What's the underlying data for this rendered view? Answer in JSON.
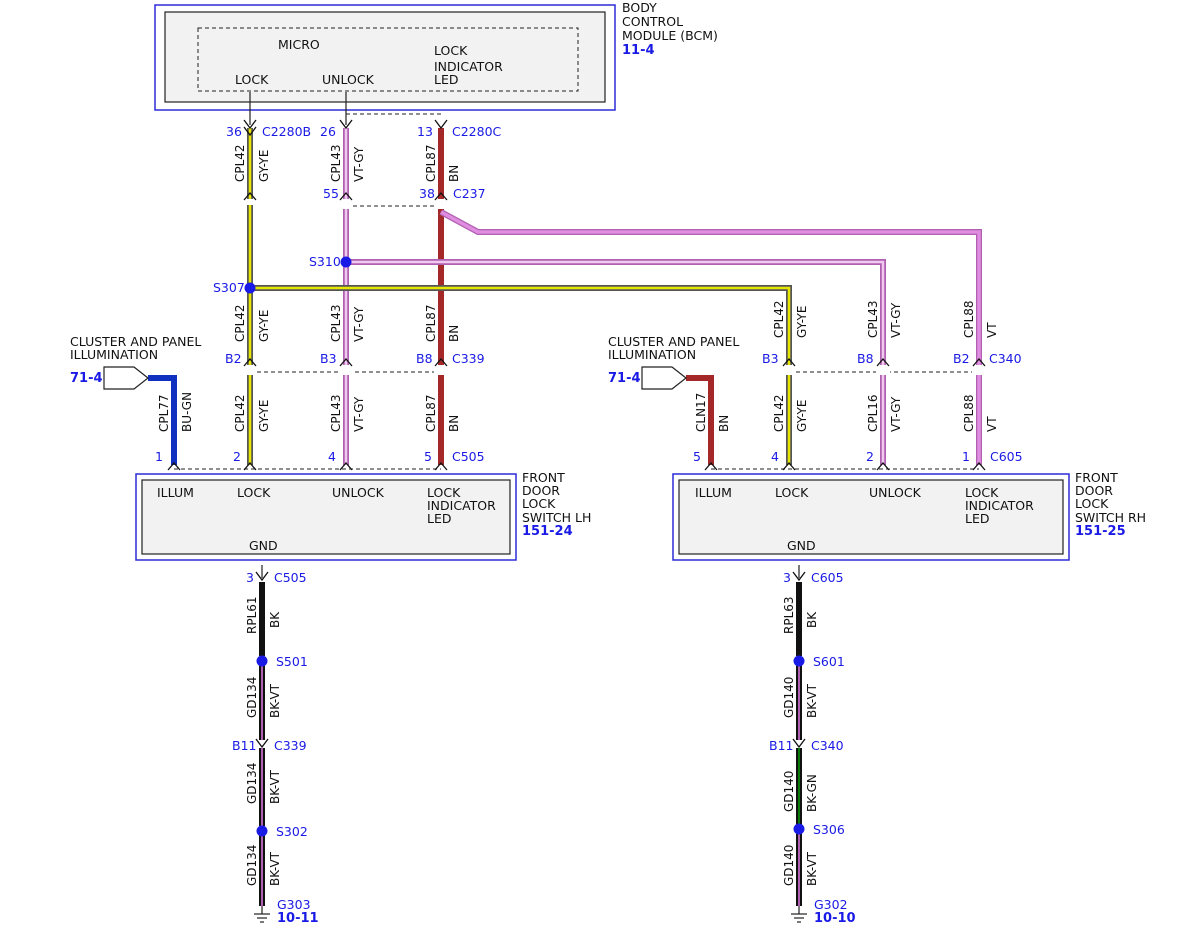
{
  "bcm": {
    "name_l1": "BODY",
    "name_l2": "CONTROL",
    "name_l3": "MODULE (BCM)",
    "ref": "11-4",
    "micro": "MICRO",
    "lock": "LOCK",
    "unlock": "UNLOCK",
    "led_l1": "LOCK",
    "led_l2": "INDICATOR",
    "led_l3": "LED"
  },
  "connectors": {
    "c2280b": "C2280B",
    "c2280c": "C2280C",
    "c237": "C237",
    "c339": "C339",
    "c505": "C505",
    "c340": "C340",
    "c605": "C605"
  },
  "pins": {
    "p36": "36",
    "p26": "26",
    "p13": "13",
    "p55": "55",
    "p38": "38",
    "b2": "B2",
    "b3": "B3",
    "b8": "B8",
    "p1": "1",
    "p2": "2",
    "p4": "4",
    "p5": "5",
    "p3": "3",
    "b11": "B11"
  },
  "splices": {
    "s307": "S307",
    "s310": "S310",
    "s501": "S501",
    "s302": "S302",
    "s601": "S601",
    "s306": "S306"
  },
  "grounds": {
    "g303": "G303",
    "g303_ref": "10-11",
    "g302": "G302",
    "g302_ref": "10-10"
  },
  "circuits": {
    "cpl42": "CPL42",
    "cpl43": "CPL43",
    "cpl87": "CPL87",
    "cpl88": "CPL88",
    "cpl77": "CPL77",
    "cpl16": "CPL16",
    "cln17": "CLN17",
    "rpl61": "RPL61",
    "rpl63": "RPL63",
    "gd134": "GD134",
    "gd140": "GD140"
  },
  "wire_colors": {
    "gy_ye": "GY-YE",
    "vt_gy": "VT-GY",
    "bn": "BN",
    "vt": "VT",
    "bu_gn": "BU-GN",
    "bk": "BK",
    "bk_vt": "BK-VT",
    "bk_gn": "BK-GN"
  },
  "cluster": {
    "l1": "CLUSTER AND PANEL",
    "l2": "ILLUMINATION",
    "ref": "71-4"
  },
  "switch_lh": {
    "name_l1": "FRONT",
    "name_l2": "DOOR",
    "name_l3": "LOCK",
    "name_l4": "SWITCH LH",
    "ref": "151-24",
    "illum": "ILLUM",
    "lock": "LOCK",
    "unlock": "UNLOCK",
    "led_l1": "LOCK",
    "led_l2": "INDICATOR",
    "led_l3": "LED",
    "gnd": "GND"
  },
  "switch_rh": {
    "name_l1": "FRONT",
    "name_l2": "DOOR",
    "name_l3": "LOCK",
    "name_l4": "SWITCH RH",
    "ref": "151-25",
    "illum": "ILLUM",
    "lock": "LOCK",
    "unlock": "UNLOCK",
    "led_l1": "LOCK",
    "led_l2": "INDICATOR",
    "led_l3": "LED",
    "gnd": "GND"
  },
  "palette": {
    "gray_yellow": "#b8b8b0",
    "yellow": "#e6e600",
    "violet": "#e08ce0",
    "pink_gray": "#f0c8f0",
    "brown": "#a52828",
    "blue_wire": "#1030c0",
    "black": "#111111",
    "green": "#0a7a0a",
    "splice": "#1a1ae6"
  }
}
